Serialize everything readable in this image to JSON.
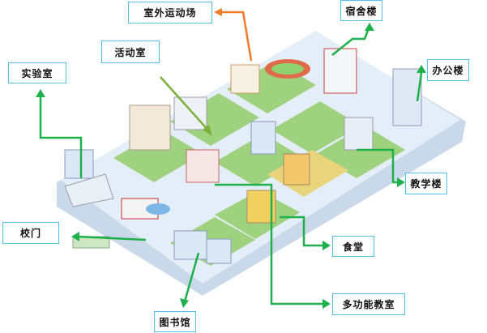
{
  "labels": {
    "sports_field": "室外运动场",
    "dormitory": "宿舍楼",
    "office": "办公楼",
    "activity_room": "活动室",
    "laboratory": "实验室",
    "teaching_building": "教学楼",
    "school_gate": "校门",
    "canteen": "食堂",
    "multimedia_room": "多功能教室",
    "library": "图书馆"
  },
  "colors": {
    "arrow_green": "#1db04b",
    "arrow_orange": "#f07b2a",
    "label_border": "#4fc3f0",
    "platform": "#dbe8f4"
  }
}
